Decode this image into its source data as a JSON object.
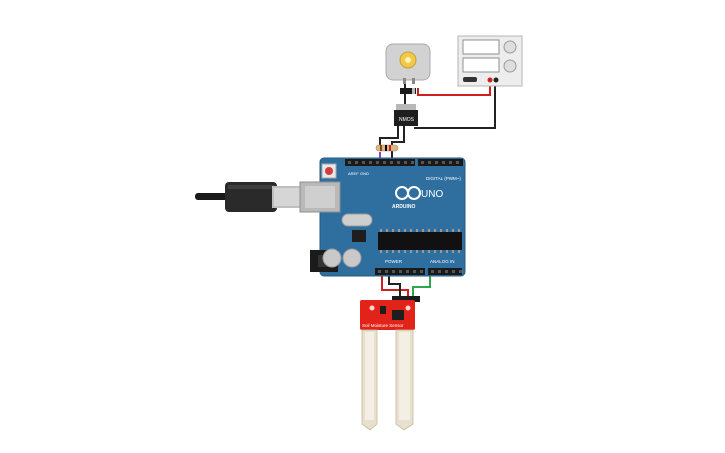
{
  "arduino": {
    "board_text": "UNO",
    "brand_text": "ARDUINO",
    "digital_label": "DIGITAL (PWM~)",
    "power_label": "POWER",
    "analog_label": "ANALOG IN",
    "aref_label": "AREF",
    "gnd_label": "GND"
  },
  "sensor": {
    "label": "Soil Moisture Sensor"
  },
  "transistor": {
    "label": "NMOS"
  },
  "colors": {
    "board_blue": "#2f6f9f",
    "wire_red": "#d11f1f",
    "wire_black": "#222222",
    "wire_green": "#2aa84a",
    "wire_purple": "#8a3fd6",
    "sensor_red": "#e2231a"
  },
  "icons": {
    "usb_cable": "usb-cable-icon",
    "dc_motor": "dc-motor-icon",
    "power_supply": "power-supply-icon",
    "resistor": "resistor-icon",
    "mosfet": "mosfet-icon"
  }
}
